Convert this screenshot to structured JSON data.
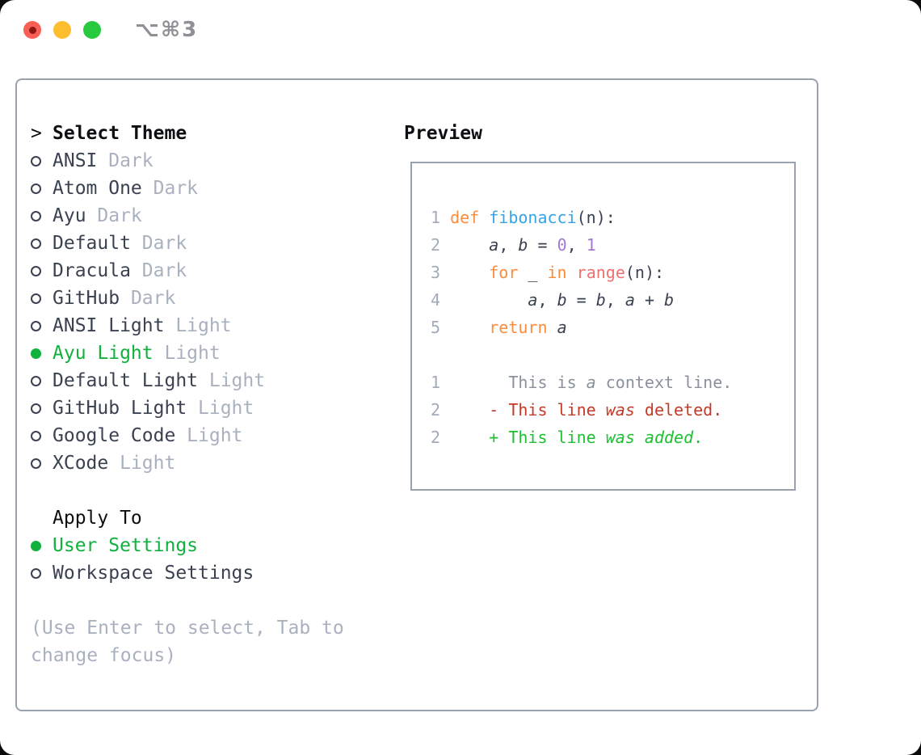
{
  "titlebar": {
    "shortcut": "⌥⌘3",
    "buttons": [
      "close",
      "minimize",
      "zoom"
    ]
  },
  "theme_panel": {
    "header": {
      "prefix": ">",
      "label": "Select Theme"
    },
    "themes": [
      {
        "name": "ANSI",
        "variant": "Dark",
        "selected": false
      },
      {
        "name": "Atom One",
        "variant": "Dark",
        "selected": false
      },
      {
        "name": "Ayu",
        "variant": "Dark",
        "selected": false
      },
      {
        "name": "Default",
        "variant": "Dark",
        "selected": false
      },
      {
        "name": "Dracula",
        "variant": "Dark",
        "selected": false
      },
      {
        "name": "GitHub",
        "variant": "Dark",
        "selected": false
      },
      {
        "name": "ANSI Light",
        "variant": "Light",
        "selected": false
      },
      {
        "name": "Ayu Light",
        "variant": "Light",
        "selected": true
      },
      {
        "name": "Default Light",
        "variant": "Light",
        "selected": false
      },
      {
        "name": "GitHub Light",
        "variant": "Light",
        "selected": false
      },
      {
        "name": "Google Code",
        "variant": "Light",
        "selected": false
      },
      {
        "name": "XCode",
        "variant": "Light",
        "selected": false
      }
    ],
    "apply_to": {
      "label": "Apply To",
      "options": [
        {
          "name": "User Settings",
          "selected": true
        },
        {
          "name": "Workspace Settings",
          "selected": false
        }
      ]
    },
    "hint_lines": [
      "(Use Enter to select, Tab to",
      "change focus)"
    ]
  },
  "preview": {
    "title": "Preview",
    "code_lines": [
      {
        "num": "1",
        "segments": [
          {
            "t": "def",
            "c": "kw"
          },
          {
            "t": " ",
            "c": "pl"
          },
          {
            "t": "fibonacci",
            "c": "fn"
          },
          {
            "t": "(n):",
            "c": "pl"
          }
        ]
      },
      {
        "num": "2",
        "segments": [
          {
            "t": "    ",
            "c": "pl"
          },
          {
            "t": "a",
            "c": "var"
          },
          {
            "t": ", ",
            "c": "pl"
          },
          {
            "t": "b",
            "c": "var"
          },
          {
            "t": " = ",
            "c": "pl"
          },
          {
            "t": "0",
            "c": "num"
          },
          {
            "t": ", ",
            "c": "pl"
          },
          {
            "t": "1",
            "c": "num"
          }
        ]
      },
      {
        "num": "3",
        "segments": [
          {
            "t": "    ",
            "c": "pl"
          },
          {
            "t": "for",
            "c": "kw"
          },
          {
            "t": " _ ",
            "c": "pl"
          },
          {
            "t": "in",
            "c": "kw"
          },
          {
            "t": " ",
            "c": "pl"
          },
          {
            "t": "range",
            "c": "call"
          },
          {
            "t": "(n):",
            "c": "pl"
          }
        ]
      },
      {
        "num": "4",
        "segments": [
          {
            "t": "        ",
            "c": "pl"
          },
          {
            "t": "a",
            "c": "var"
          },
          {
            "t": ", ",
            "c": "pl"
          },
          {
            "t": "b",
            "c": "var"
          },
          {
            "t": " = ",
            "c": "pl"
          },
          {
            "t": "b",
            "c": "var"
          },
          {
            "t": ", ",
            "c": "pl"
          },
          {
            "t": "a",
            "c": "var"
          },
          {
            "t": " + ",
            "c": "pl"
          },
          {
            "t": "b",
            "c": "var"
          }
        ]
      },
      {
        "num": "5",
        "segments": [
          {
            "t": "    ",
            "c": "pl"
          },
          {
            "t": "return",
            "c": "kw"
          },
          {
            "t": " ",
            "c": "pl"
          },
          {
            "t": "a",
            "c": "var"
          }
        ]
      },
      {
        "num": "",
        "segments": []
      },
      {
        "num": "1",
        "segments": [
          {
            "t": "      This is ",
            "c": "ctx"
          },
          {
            "t": "a",
            "c": "ctx i"
          },
          {
            "t": " context line.",
            "c": "ctx"
          }
        ]
      },
      {
        "num": "2",
        "segments": [
          {
            "t": "    - This line ",
            "c": "del"
          },
          {
            "t": "was",
            "c": "del i"
          },
          {
            "t": " deleted.",
            "c": "del"
          }
        ]
      },
      {
        "num": "2",
        "segments": [
          {
            "t": "    + This line ",
            "c": "add"
          },
          {
            "t": "was",
            "c": "add i"
          },
          {
            "t": " ",
            "c": "add"
          },
          {
            "t": "added",
            "c": "add i"
          },
          {
            "t": ".",
            "c": "add"
          }
        ]
      }
    ]
  },
  "colors": {
    "green": "#10b13c",
    "add": "#1dc032",
    "del": "#c43a28",
    "kw": "#fa8d3e",
    "fn": "#36a3e8",
    "num": "#a37acc",
    "call": "#f0716f",
    "ln": "#a3abb9",
    "ctx": "#8b919c",
    "text": "#3a4150",
    "muted": "#a9b1bf",
    "border": "#99a2ae",
    "header": "#0d0f12",
    "titlegray": "#8e9095",
    "tl-red": "#fa5f55",
    "tl-red-dot": "#8d1a12",
    "tl-yellow": "#fdbd2e",
    "tl-green": "#27c93f"
  }
}
